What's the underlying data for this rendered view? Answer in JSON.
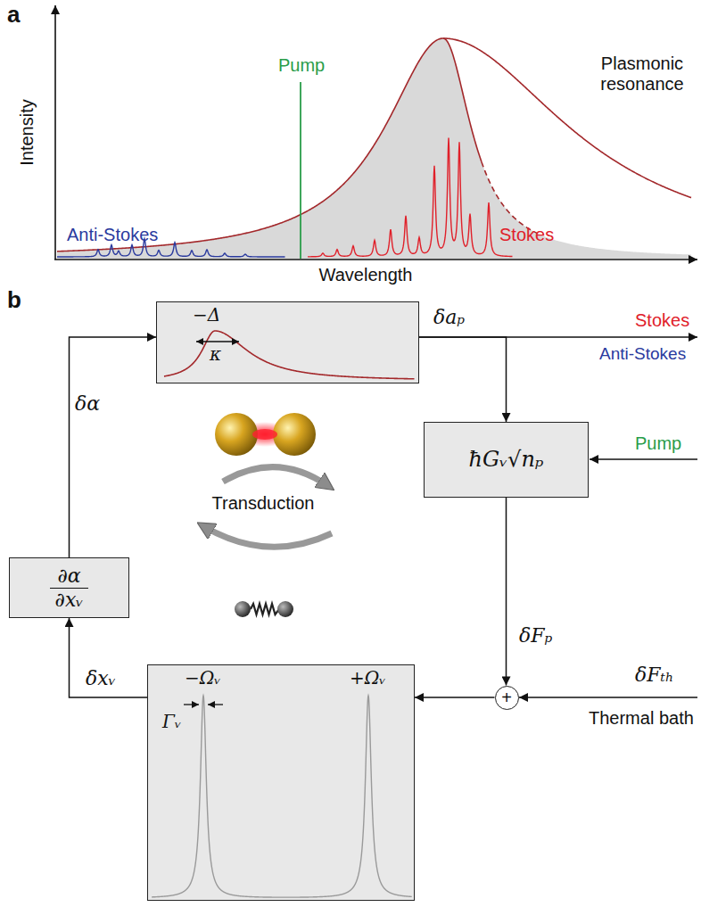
{
  "diagram": {
    "nodes": [
      {
        "text": [
          "−Δ",
          "κ"
        ]
      },
      {
        "text": [
          "∂α",
          "∂xᵥ"
        ]
      },
      {
        "text": [
          "ħGᵥ√nₚ"
        ]
      },
      {
        "text": [
          "+"
        ]
      },
      {
        "text": [
          "−Ωᵥ",
          "+Ωᵥ",
          "Γᵥ"
        ]
      }
    ],
    "edges": [
      {
        "from": 0,
        "to": 2,
        "arrow": "to"
      },
      {
        "from": 2,
        "to": 3,
        "label": "δFₚ",
        "arrow": "to"
      },
      {
        "from": 3,
        "to": 4,
        "arrow": "to"
      },
      {
        "from": 4,
        "to": 1,
        "label": "δxᵥ",
        "arrow": "to"
      },
      {
        "from": 1,
        "to": 0,
        "label": "δα",
        "arrow": "to"
      }
    ],
    "labels": [
      "a",
      "Intensity",
      "Pump",
      "Plasmonic resonance",
      "Anti-Stokes",
      "Stokes",
      "Wavelength",
      "b",
      "δaₚ",
      "Stokes",
      "Anti-Stokes",
      "Transduction",
      "Pump",
      "δFₜₕ",
      "Thermal bath"
    ]
  }
}
